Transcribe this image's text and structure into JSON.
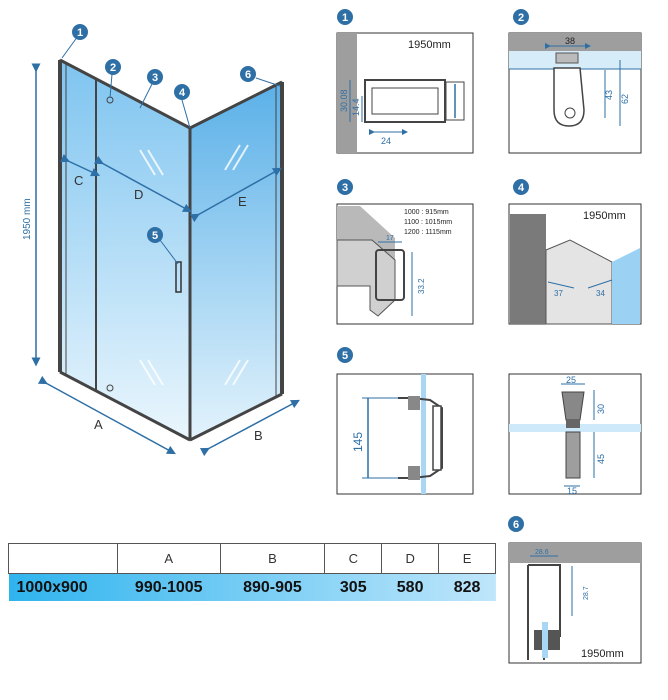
{
  "main_callouts": [
    "1",
    "2",
    "3",
    "4",
    "5",
    "6"
  ],
  "main_dims": {
    "height": "1950 mm",
    "A": "A",
    "B": "B",
    "C": "C",
    "D": "D",
    "E": "E"
  },
  "detail1": {
    "num": "1",
    "size": "1950mm",
    "d1": "30.08",
    "d2": "14.4",
    "d3": "24"
  },
  "detail2": {
    "num": "2",
    "d1": "38",
    "d2": "43",
    "d3": "62"
  },
  "detail3": {
    "num": "3",
    "lines": [
      "1000 : 915mm",
      "1100 : 1015mm",
      "1200 : 1115mm"
    ],
    "d1": "17",
    "d2": "33.2"
  },
  "detail4": {
    "num": "4",
    "size": "1950mm",
    "d1": "37",
    "d2": "34"
  },
  "detail5": {
    "num": "5",
    "d1": "145"
  },
  "detail5b": {
    "d1": "25",
    "d2": "30",
    "d3": "45",
    "d4": "15"
  },
  "detail6": {
    "num": "6",
    "d1": "28.6",
    "d2": "28.7",
    "size": "1950mm"
  },
  "colors": {
    "accent": "#2e6fa6",
    "glass": "#a9d6f5",
    "table_highlight": "#2fb4ee"
  },
  "table": {
    "headers": [
      "",
      "A",
      "B",
      "C",
      "D",
      "E"
    ],
    "row": [
      "1000x900",
      "990-1005",
      "890-905",
      "305",
      "580",
      "828"
    ]
  }
}
